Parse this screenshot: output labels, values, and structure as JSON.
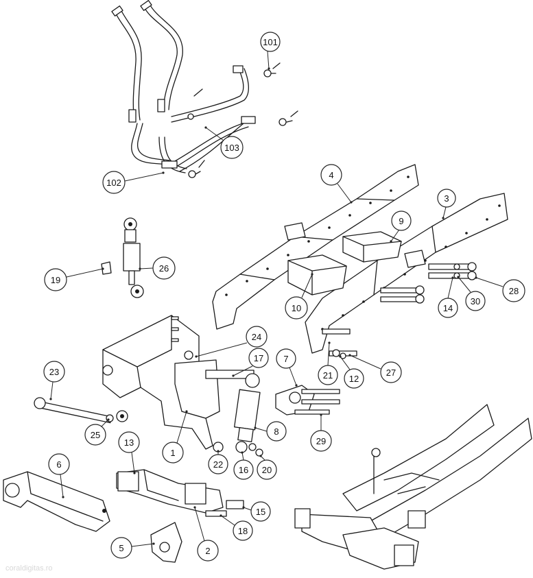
{
  "diagram": {
    "callouts": [
      {
        "id": "c101",
        "label": "101"
      },
      {
        "id": "c102",
        "label": "102"
      },
      {
        "id": "c103",
        "label": "103"
      },
      {
        "id": "c4",
        "label": "4"
      },
      {
        "id": "c3",
        "label": "3"
      },
      {
        "id": "c9",
        "label": "9"
      },
      {
        "id": "c10",
        "label": "10"
      },
      {
        "id": "c26",
        "label": "26"
      },
      {
        "id": "c19",
        "label": "19"
      },
      {
        "id": "c28",
        "label": "28"
      },
      {
        "id": "c30",
        "label": "30"
      },
      {
        "id": "c14",
        "label": "14"
      },
      {
        "id": "c24",
        "label": "24"
      },
      {
        "id": "c17",
        "label": "17"
      },
      {
        "id": "c7",
        "label": "7"
      },
      {
        "id": "c21",
        "label": "21"
      },
      {
        "id": "c12",
        "label": "12"
      },
      {
        "id": "c27",
        "label": "27"
      },
      {
        "id": "c23",
        "label": "23"
      },
      {
        "id": "c25",
        "label": "25"
      },
      {
        "id": "c1",
        "label": "1"
      },
      {
        "id": "c22",
        "label": "22"
      },
      {
        "id": "c8",
        "label": "8"
      },
      {
        "id": "c29",
        "label": "29"
      },
      {
        "id": "c16",
        "label": "16"
      },
      {
        "id": "c20",
        "label": "20"
      },
      {
        "id": "c13",
        "label": "13"
      },
      {
        "id": "c6",
        "label": "6"
      },
      {
        "id": "c15",
        "label": "15"
      },
      {
        "id": "c18",
        "label": "18"
      },
      {
        "id": "c5",
        "label": "5"
      },
      {
        "id": "c2",
        "label": "2"
      }
    ],
    "watermark": "coraldigitas.ro"
  }
}
